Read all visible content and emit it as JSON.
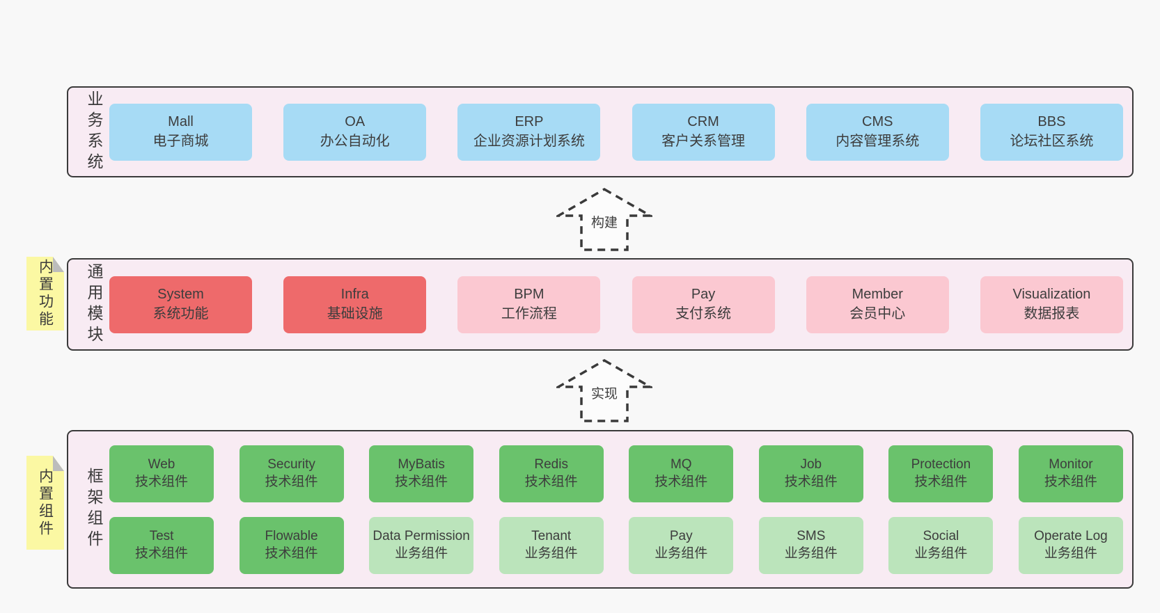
{
  "colors": {
    "page_bg": "#f8f8f8",
    "panel_bg": "#f8ebf3",
    "panel_border": "#3a3a3a",
    "blue_box": "#a7dbf5",
    "red_box": "#ee6a6b",
    "pink_box": "#fbc8d1",
    "green_dark_box": "#6ac26c",
    "green_light_box": "#bbe4bb",
    "sticky_yellow": "#fbf8a3",
    "sticky_fold_gray": "#bcbcbc",
    "text": "#3d3d3d"
  },
  "layers": {
    "business": {
      "label": "业务系统",
      "boxes": [
        {
          "name": "Mall",
          "desc": "电子商城"
        },
        {
          "name": "OA",
          "desc": "办公自动化"
        },
        {
          "name": "ERP",
          "desc": "企业资源计划系统"
        },
        {
          "name": "CRM",
          "desc": "客户关系管理"
        },
        {
          "name": "CMS",
          "desc": "内容管理系统"
        },
        {
          "name": "BBS",
          "desc": "论坛社区系统"
        }
      ]
    },
    "modules": {
      "label": "通用模块",
      "sticky": "内置功能",
      "boxes": [
        {
          "name": "System",
          "desc": "系统功能"
        },
        {
          "name": "Infra",
          "desc": "基础设施"
        },
        {
          "name": "BPM",
          "desc": "工作流程"
        },
        {
          "name": "Pay",
          "desc": "支付系统"
        },
        {
          "name": "Member",
          "desc": "会员中心"
        },
        {
          "name": "Visualization",
          "desc": "数据报表"
        }
      ]
    },
    "components": {
      "label": "框架组件",
      "sticky": "内置组件",
      "row1": [
        {
          "name": "Web",
          "desc": "技术组件"
        },
        {
          "name": "Security",
          "desc": "技术组件"
        },
        {
          "name": "MyBatis",
          "desc": "技术组件"
        },
        {
          "name": "Redis",
          "desc": "技术组件"
        },
        {
          "name": "MQ",
          "desc": "技术组件"
        },
        {
          "name": "Job",
          "desc": "技术组件"
        },
        {
          "name": "Protection",
          "desc": "技术组件"
        },
        {
          "name": "Monitor",
          "desc": "技术组件"
        }
      ],
      "row2": [
        {
          "name": "Test",
          "desc": "技术组件"
        },
        {
          "name": "Flowable",
          "desc": "技术组件"
        },
        {
          "name": "Data Permission",
          "desc": "业务组件"
        },
        {
          "name": "Tenant",
          "desc": "业务组件"
        },
        {
          "name": "Pay",
          "desc": "业务组件"
        },
        {
          "name": "SMS",
          "desc": "业务组件"
        },
        {
          "name": "Social",
          "desc": "业务组件"
        },
        {
          "name": "Operate Log",
          "desc": "业务组件"
        }
      ]
    }
  },
  "arrows": {
    "build": "构建",
    "implement": "实现"
  }
}
